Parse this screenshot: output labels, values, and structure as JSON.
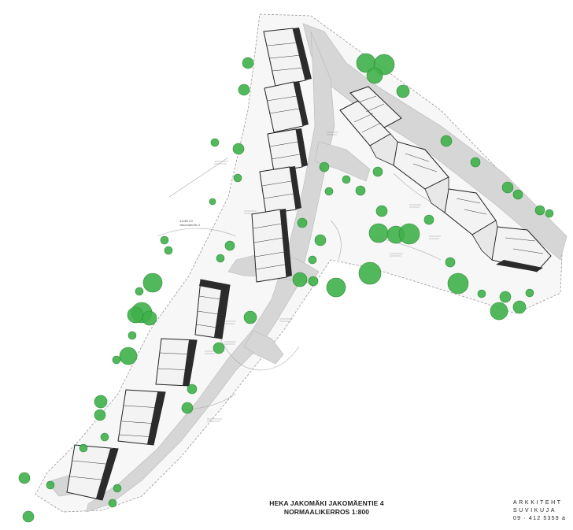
{
  "title": {
    "line1": "HEKA JAKOMÄKI JAKOMÄENTIE 4",
    "line2": "NORMAALIKERROS  1:800"
  },
  "office": {
    "line1": "ARKKITEHT",
    "line2": "SUVIKUJA",
    "line3": "09 · 412 5359  a"
  },
  "plot_label": {
    "line1": "41280 23",
    "line2": "Jakomäentie 4"
  },
  "colors": {
    "tree_fill": "#3fb04a",
    "tree_stroke": "#2e8b38",
    "road_fill": "#d6d6d6",
    "building_dark": "#2a2a2a",
    "building_light": "#f4f4f4",
    "site_outline": "#888888"
  }
}
